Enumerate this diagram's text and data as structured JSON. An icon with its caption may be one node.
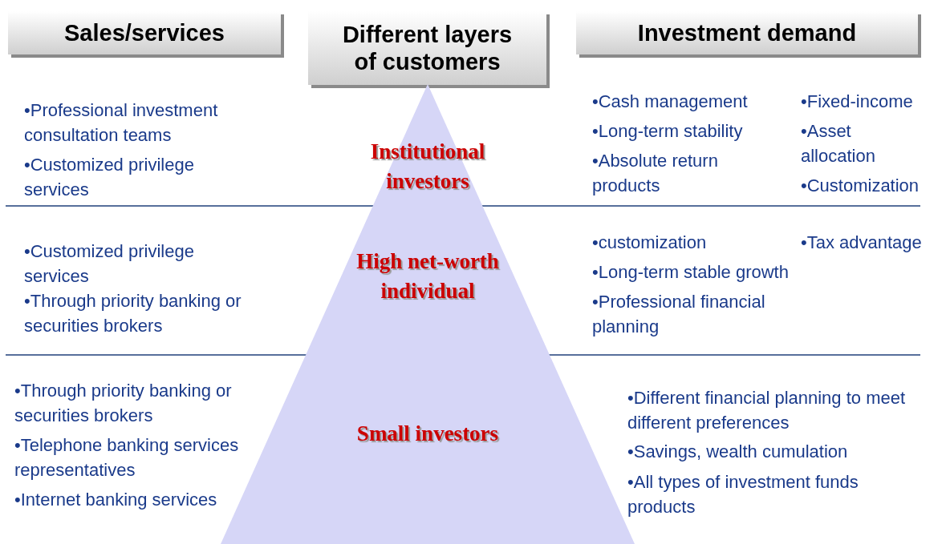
{
  "diagram": {
    "nodes": [
      {
        "text": [
          "Sales/services"
        ]
      },
      {
        "text": [
          "Different layers of customers"
        ]
      },
      {
        "text": [
          "Investment demand"
        ]
      },
      {
        "text": [
          "Institutional investors",
          "High net-worth individual",
          "Small investors"
        ]
      }
    ],
    "edges": [],
    "labels": [
      "•Professional investment consultation teams",
      "•Customized privilege services",
      "•Cash management",
      "•Long-term stability",
      "•Absolute return products",
      "•Fixed-income",
      "•Asset allocation",
      "•Customization",
      "•Customized privilege services",
      "•Through priority banking or securities brokers",
      "•customization",
      "•Long-term stable growth",
      "•Professional financial planning",
      "•Tax advantage",
      "•Through priority banking or securities brokers",
      "•Telephone banking services representatives",
      "•Internet banking services",
      "•Different financial planning to meet different preferences",
      "•Savings, wealth cumulation",
      "•All types of investment funds products"
    ]
  }
}
